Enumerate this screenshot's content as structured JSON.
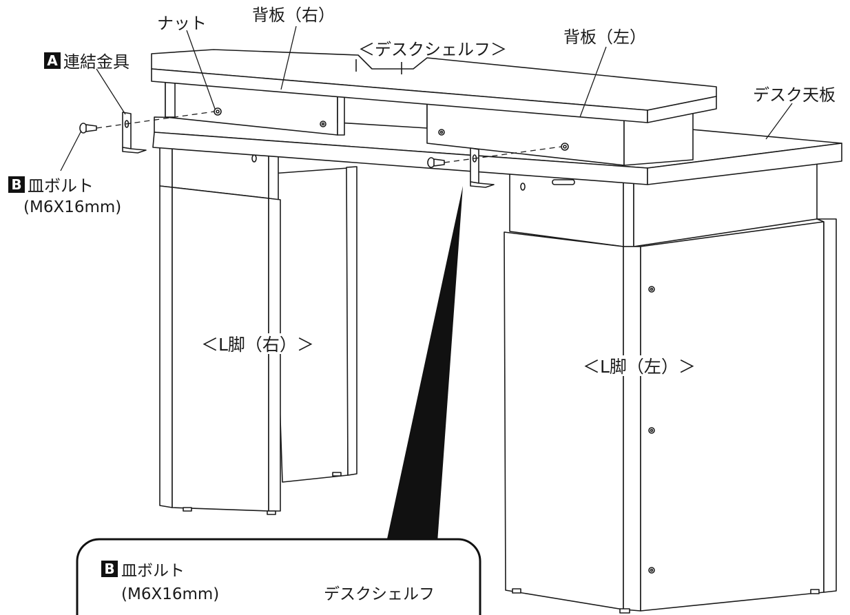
{
  "labels": {
    "nut": "ナット",
    "back_right": "背板（右）",
    "back_left": "背板（左）",
    "desk_shelf": "＜デスクシェルフ＞",
    "bracket_code": "A",
    "bracket_name": "連結金具",
    "desk_top": "デスク天板",
    "bolt_code": "B",
    "bolt_name": "皿ボルト",
    "bolt_size": "(M6X16mm)",
    "leg_right": "＜L脚（右）＞",
    "leg_left": "＜L脚（左）＞"
  },
  "detail": {
    "bolt_code": "B",
    "bolt_name": "皿ボルト",
    "bolt_size": "(M6X16mm)",
    "shelf": "デスクシェルフ"
  },
  "colors": {
    "line": "#1a1a1a",
    "badge": "#111111",
    "background": "#ffffff"
  }
}
